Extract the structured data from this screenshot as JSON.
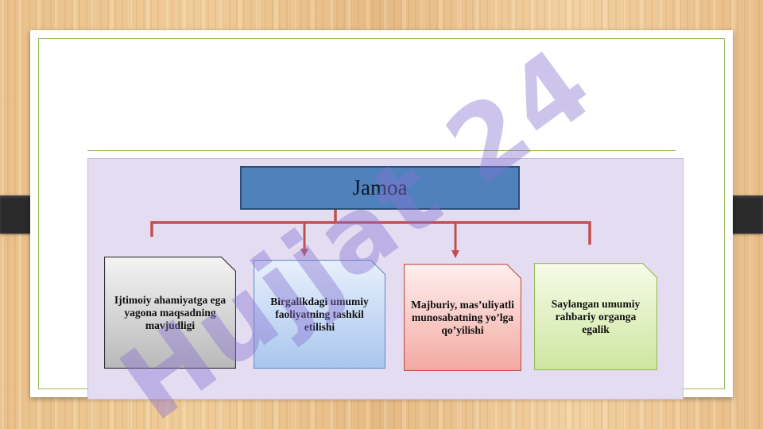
{
  "diagram": {
    "root": {
      "label": "Jamoa"
    },
    "children": [
      {
        "label": "Ijtimoiy ahamiyatga ega yagona maqsadning mavjudligi",
        "fill": "#d0d0d0",
        "border": "#333333"
      },
      {
        "label": "Birgalikdagi umumiy faoliyatning tashkil etilishi",
        "fill": "#c9dbf6",
        "border": "#6a8fc4"
      },
      {
        "label": "Majburiy, mas’uliyatli munosabatning yo’lga qo’yilishi",
        "fill": "#f8c8c3",
        "border": "#c0504d"
      },
      {
        "label": "Saylangan umumiy rahbariy organga egalik",
        "fill": "#e4f2c6",
        "border": "#9bbb59"
      }
    ],
    "connector_color": "#c0504d"
  },
  "watermark": {
    "text": "Hujjat 24"
  }
}
